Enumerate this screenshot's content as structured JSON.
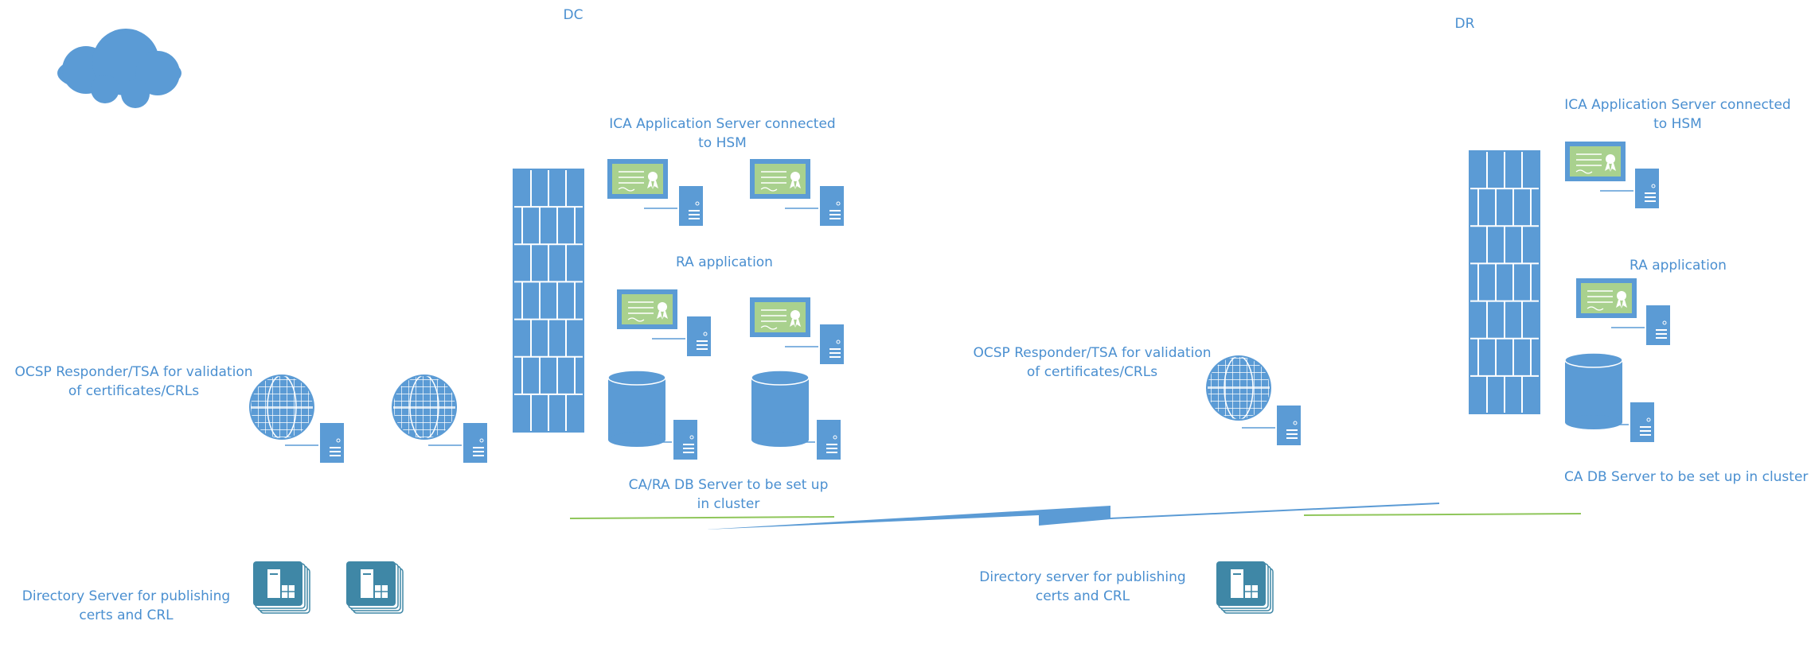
{
  "site_labels": {
    "dc": "DC",
    "dr": "DR"
  },
  "labels": {
    "dc_ica": "ICA Application Server connected to HSM",
    "dc_ra": "RA application",
    "dc_ocsp": "OCSP Responder/TSA for validation of certificates/CRLs",
    "dc_db": "CA/RA DB Server to be set up in cluster",
    "dc_directory": "Directory Server for publishing certs and CRL",
    "dr_ica": "ICA Application Server connected to HSM",
    "dr_ra": "RA application",
    "dr_ocsp": "OCSP Responder/TSA for validation of certificates/CRLs",
    "dr_db": "CA DB Server to be set up in cluster",
    "dr_directory": "Directory server for publishing certs and CRL"
  },
  "colors": {
    "primary": "#5b9bd5",
    "label": "#4a8fd0",
    "certificate": "#a9d18e",
    "link_green": "#8fc65a",
    "directory": "#3f87a6"
  },
  "icons": [
    "cloud-icon",
    "firewall-icon",
    "certificate-server-icon",
    "database-server-icon",
    "globe-server-icon",
    "directory-server-icon",
    "wan-link-icon"
  ]
}
